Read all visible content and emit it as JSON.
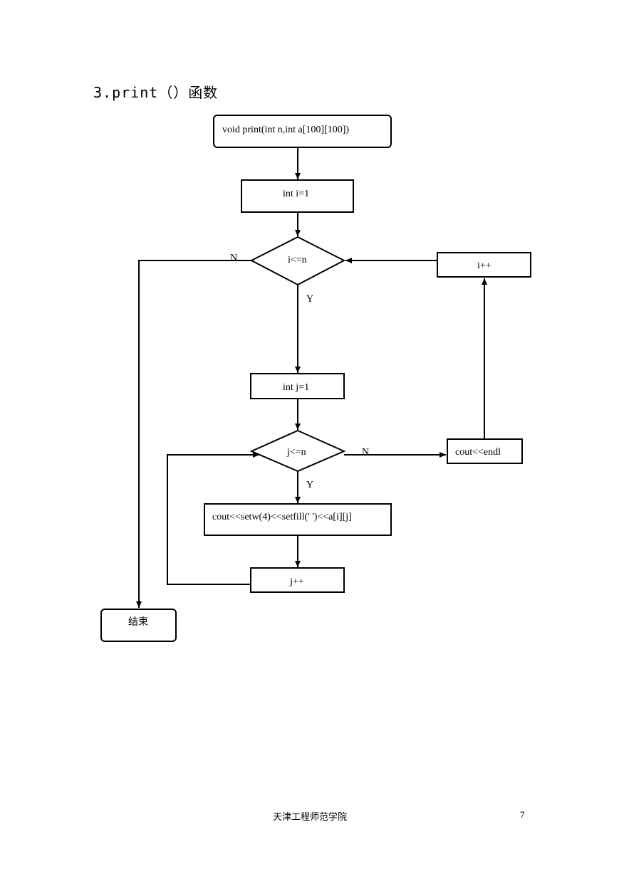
{
  "heading": "3.print（）函数",
  "flowchart": {
    "start": "void print(int n,int a[100][100])",
    "init_i": "int i=1",
    "cond_i": "i<=n",
    "init_j": "int j=1",
    "cond_j": "j<=n",
    "body": "cout<<setw(4)<<setfill(' ')<<a[i][j]",
    "inc_j": "j++",
    "endl": "cout<<endl",
    "inc_i": "i++",
    "end": "结束",
    "label_yes_i": "Y",
    "label_no_i": "N",
    "label_yes_j": "Y",
    "label_no_j": "N"
  },
  "footer": {
    "institution": "天津工程师范学院",
    "page_number": "7"
  }
}
